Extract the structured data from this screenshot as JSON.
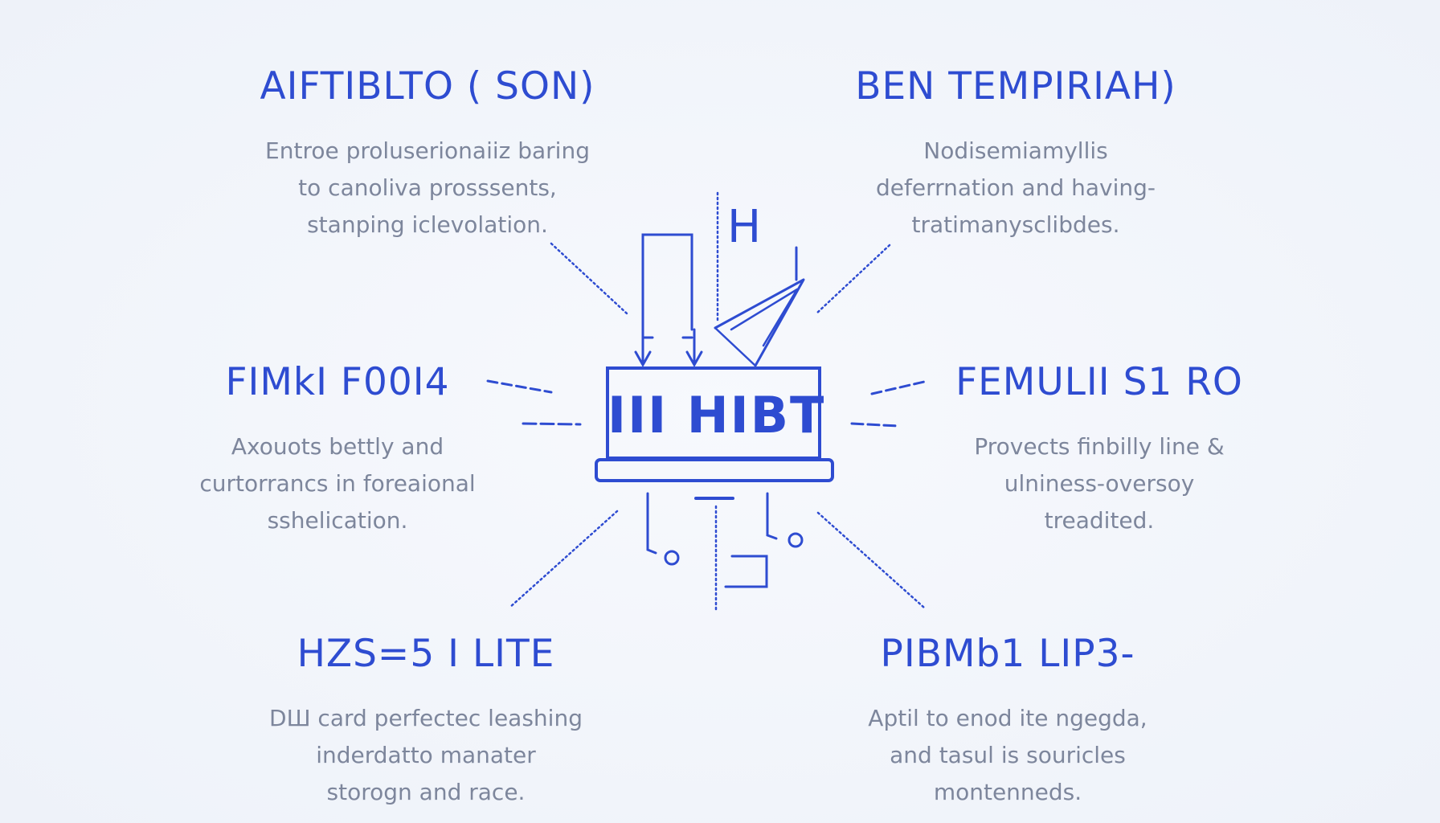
{
  "center": {
    "label": "III HIBT",
    "top_mark": "H"
  },
  "blocks": [
    {
      "title": "AIFTIBLTO ( SON)",
      "lines": [
        "Entroe proluserionaiiz baring",
        "to canoliva prosssents,",
        "stanping iclevolation."
      ]
    },
    {
      "title": "BEN TEMPIRIAH)",
      "lines": [
        "Nodisemiamyllis",
        "deferrnation and having-",
        "tratimanysclibdes."
      ]
    },
    {
      "title": "FIMkI F00I4",
      "lines": [
        "Axouots bettly and",
        "curtorrancs in foreaional",
        "sshelication."
      ]
    },
    {
      "title": "FEMULII S1 RO",
      "lines": [
        "Provects finbilly line &",
        "ulniness-oversoy",
        "treadited."
      ]
    },
    {
      "title": "HZS=5 I LITE",
      "lines": [
        "DШ card perfectec leashing",
        "inderdatto manater",
        "storogn and race."
      ]
    },
    {
      "title": "PIBMb1 LIP3-",
      "lines": [
        "Aptil to enod ite ngegda,",
        "and tasul is souricles",
        "montenneds."
      ]
    }
  ],
  "colors": {
    "accent": "#2e4cd1",
    "text_muted": "#7d869c",
    "background": "#f3f6fb"
  }
}
